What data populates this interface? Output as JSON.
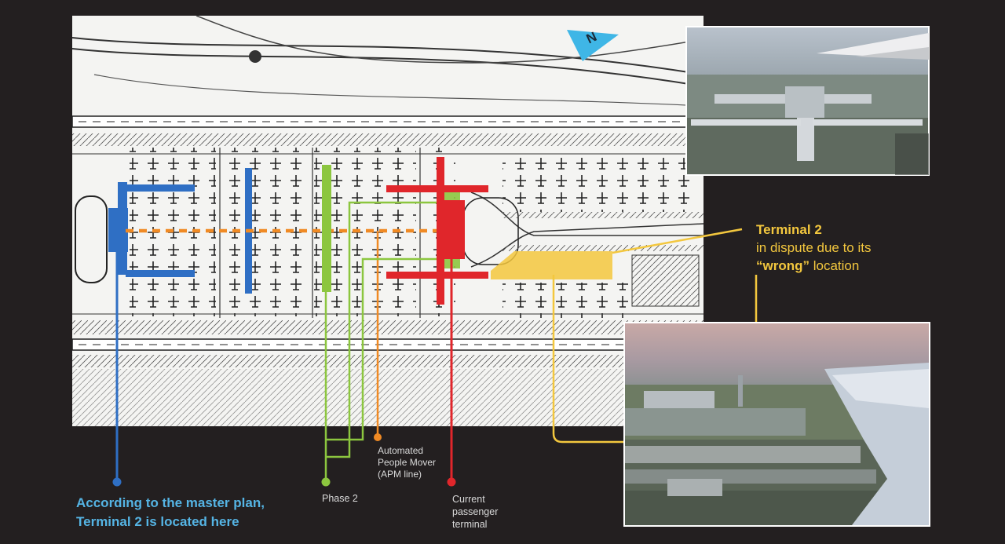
{
  "compass": {
    "letter": "N"
  },
  "labels": {
    "master_plan_line1": "According to the master plan,",
    "master_plan_line2": "Terminal 2 is located here",
    "phase2": "Phase 2",
    "apm_line1": "Automated",
    "apm_line2": "People Mover",
    "apm_line3": "(APM line)",
    "current_line1": "Current",
    "current_line2": "passenger",
    "current_line3": "terminal",
    "t2_title": "Terminal 2",
    "t2_line2": "in dispute due to its",
    "t2_wrong": "“wrong”",
    "t2_location": " location"
  },
  "colors": {
    "background": "#231f20",
    "master_plan_blue": "#2f6fc4",
    "label_blue": "#55b4e4",
    "phase2_green": "#8cc63f",
    "apm_orange": "#f08a24",
    "current_red": "#e0262b",
    "terminal2_yellow": "#f3c73e"
  }
}
